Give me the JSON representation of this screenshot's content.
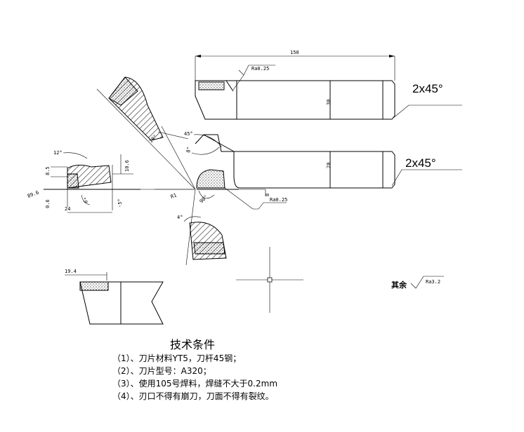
{
  "dimensions": {
    "overall_length": "150",
    "chamfer_top": "2x45°",
    "chamfer_bottom": "2x45°",
    "height_top": "30",
    "height_bottom": "20",
    "tip_offset": "8",
    "ra_top": "Ra0.25",
    "ra_bottom": "Ra0.25",
    "angle_45": "45°",
    "angle_8": "8°",
    "angle_90": "90°",
    "angle_10": "10°",
    "angle_4": "4°",
    "angle_12": "12°",
    "angle_6": "6°",
    "angle_neg5": "-5°",
    "angle_89_6": "89.6",
    "radius_r1": "R1",
    "dim_8_5": "8.5",
    "dim_10_6": "10.6",
    "dim_0_6": "0.6",
    "dim_24": "24",
    "dim_19_4": "19.4"
  },
  "surface_finish": {
    "label": "其余",
    "value": "Ra3.2"
  },
  "tech_requirements": {
    "title": "技术条件",
    "items": [
      "（1）、刀片材料YT5，刀杆45钢；",
      "（2）、刀片型号：A320；",
      "（3）、使用105号焊料，焊缝不大于0.2mm",
      "（4）、刃口不得有崩刀，刀面不得有裂纹。"
    ]
  }
}
